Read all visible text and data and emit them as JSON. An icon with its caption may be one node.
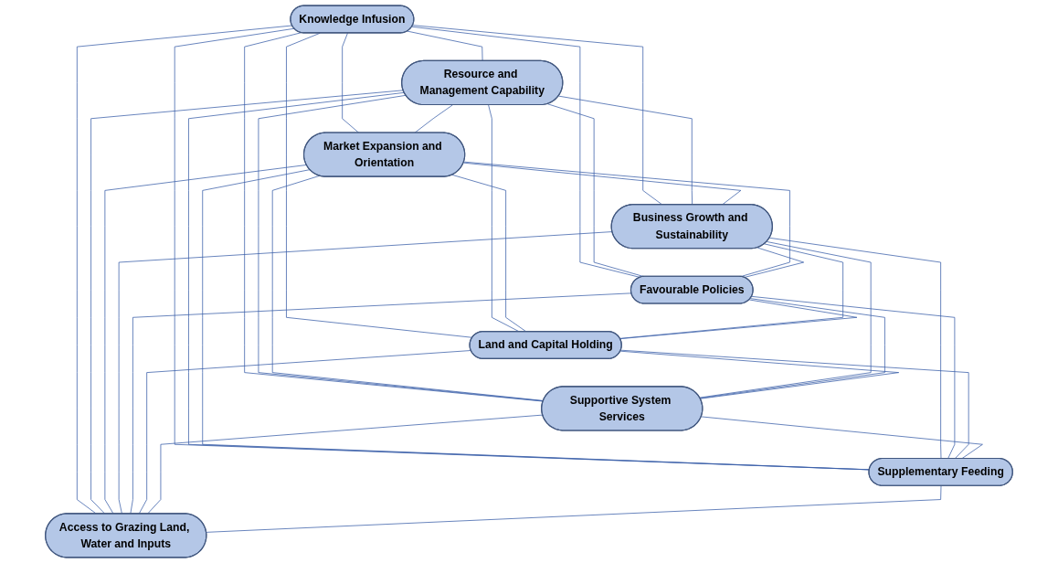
{
  "diagram": {
    "nodes": [
      {
        "text": [
          "Knowledge Infusion"
        ]
      },
      {
        "text": [
          "Resource and Management Capability"
        ]
      },
      {
        "text": [
          "Market Expansion and Orientation"
        ]
      },
      {
        "text": [
          "Business Growth and Sustainability"
        ]
      },
      {
        "text": [
          "Favourable Policies"
        ]
      },
      {
        "text": [
          "Land and Capital Holding"
        ]
      },
      {
        "text": [
          "Supportive System Services"
        ]
      },
      {
        "text": [
          "Supplementary Feeding"
        ]
      },
      {
        "text": [
          "Access to Grazing Land, Water and Inputs"
        ]
      }
    ],
    "edges": [
      {
        "from": 0,
        "to": 1,
        "arrow": "none"
      },
      {
        "from": 0,
        "to": 2,
        "arrow": "none"
      },
      {
        "from": 0,
        "to": 3,
        "arrow": "none"
      },
      {
        "from": 0,
        "to": 4,
        "arrow": "none"
      },
      {
        "from": 0,
        "to": 5,
        "arrow": "none"
      },
      {
        "from": 0,
        "to": 6,
        "arrow": "none"
      },
      {
        "from": 0,
        "to": 7,
        "arrow": "none"
      },
      {
        "from": 0,
        "to": 8,
        "arrow": "none"
      },
      {
        "from": 1,
        "to": 2,
        "arrow": "none"
      },
      {
        "from": 1,
        "to": 3,
        "arrow": "none"
      },
      {
        "from": 1,
        "to": 4,
        "arrow": "none"
      },
      {
        "from": 1,
        "to": 5,
        "arrow": "none"
      },
      {
        "from": 1,
        "to": 6,
        "arrow": "none"
      },
      {
        "from": 1,
        "to": 7,
        "arrow": "none"
      },
      {
        "from": 1,
        "to": 8,
        "arrow": "none"
      },
      {
        "from": 2,
        "to": 3,
        "arrow": "none"
      },
      {
        "from": 2,
        "to": 4,
        "arrow": "none"
      },
      {
        "from": 2,
        "to": 5,
        "arrow": "none"
      },
      {
        "from": 2,
        "to": 6,
        "arrow": "none"
      },
      {
        "from": 2,
        "to": 7,
        "arrow": "none"
      },
      {
        "from": 2,
        "to": 8,
        "arrow": "none"
      },
      {
        "from": 3,
        "to": 4,
        "arrow": "none"
      },
      {
        "from": 3,
        "to": 5,
        "arrow": "none"
      },
      {
        "from": 3,
        "to": 6,
        "arrow": "none"
      },
      {
        "from": 3,
        "to": 7,
        "arrow": "none"
      },
      {
        "from": 3,
        "to": 8,
        "arrow": "none"
      },
      {
        "from": 4,
        "to": 5,
        "arrow": "none"
      },
      {
        "from": 4,
        "to": 6,
        "arrow": "none"
      },
      {
        "from": 4,
        "to": 7,
        "arrow": "none"
      },
      {
        "from": 4,
        "to": 8,
        "arrow": "none"
      },
      {
        "from": 5,
        "to": 6,
        "arrow": "none"
      },
      {
        "from": 5,
        "to": 7,
        "arrow": "none"
      },
      {
        "from": 5,
        "to": 8,
        "arrow": "none"
      },
      {
        "from": 6,
        "to": 7,
        "arrow": "none"
      },
      {
        "from": 6,
        "to": 8,
        "arrow": "none"
      },
      {
        "from": 7,
        "to": 8,
        "arrow": "none"
      }
    ]
  }
}
